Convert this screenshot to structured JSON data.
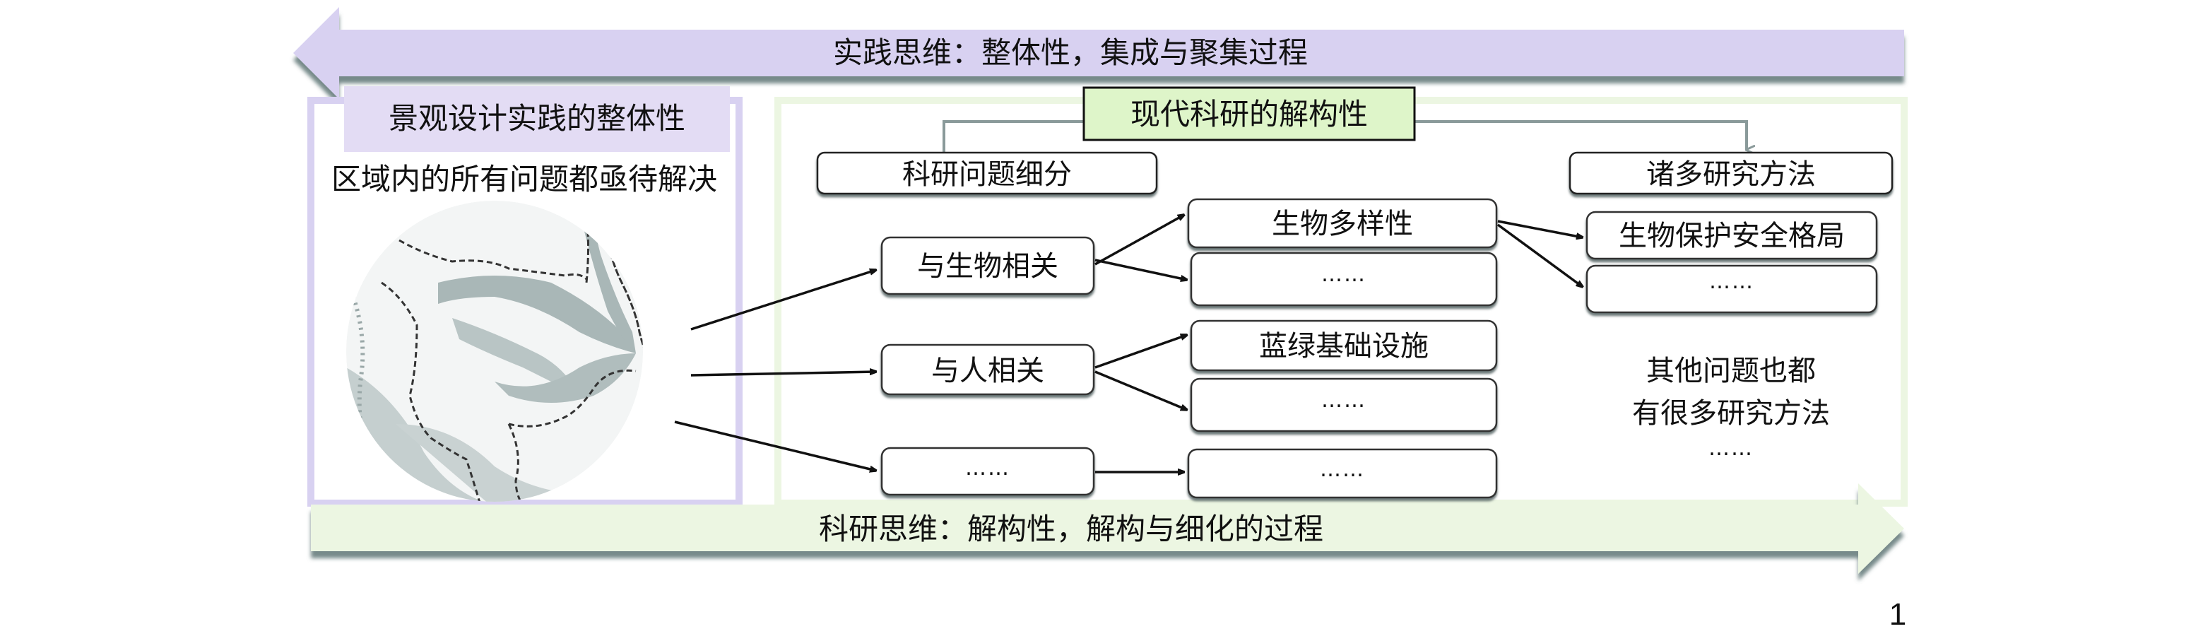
{
  "top_arrow": {
    "label": "实践思维：整体性，集成与聚集过程",
    "direction": "left",
    "color": "#d8d1f1"
  },
  "bottom_arrow": {
    "label": "科研思维：解构性，解构与细化的过程",
    "direction": "right",
    "color": "#ecf6e2"
  },
  "left_panel": {
    "title": "景观设计实践的整体性",
    "subtitle": "区域内的所有问题都亟待解决",
    "image": "regional-map-circle",
    "border_color": "#d8d1f1",
    "title_bg": "#e3dcf4"
  },
  "right_panel": {
    "title": "现代科研的解构性",
    "title_bg": "#def5c9",
    "border_color": "#ecf6e2",
    "branch_left": "科研问题细分",
    "branch_right": "诸多研究方法",
    "categories": [
      {
        "label": "与生物相关",
        "subtopics": [
          "生物多样性",
          "……"
        ]
      },
      {
        "label": "与人相关",
        "subtopics": [
          "蓝绿基础设施",
          "……"
        ]
      },
      {
        "label": "……",
        "subtopics": [
          "……"
        ]
      }
    ],
    "methods": [
      "生物保护安全格局",
      "……"
    ],
    "note_line1": "其他问题也都",
    "note_line2": "有很多研究方法",
    "note_dots": "……"
  },
  "page_number": "1"
}
